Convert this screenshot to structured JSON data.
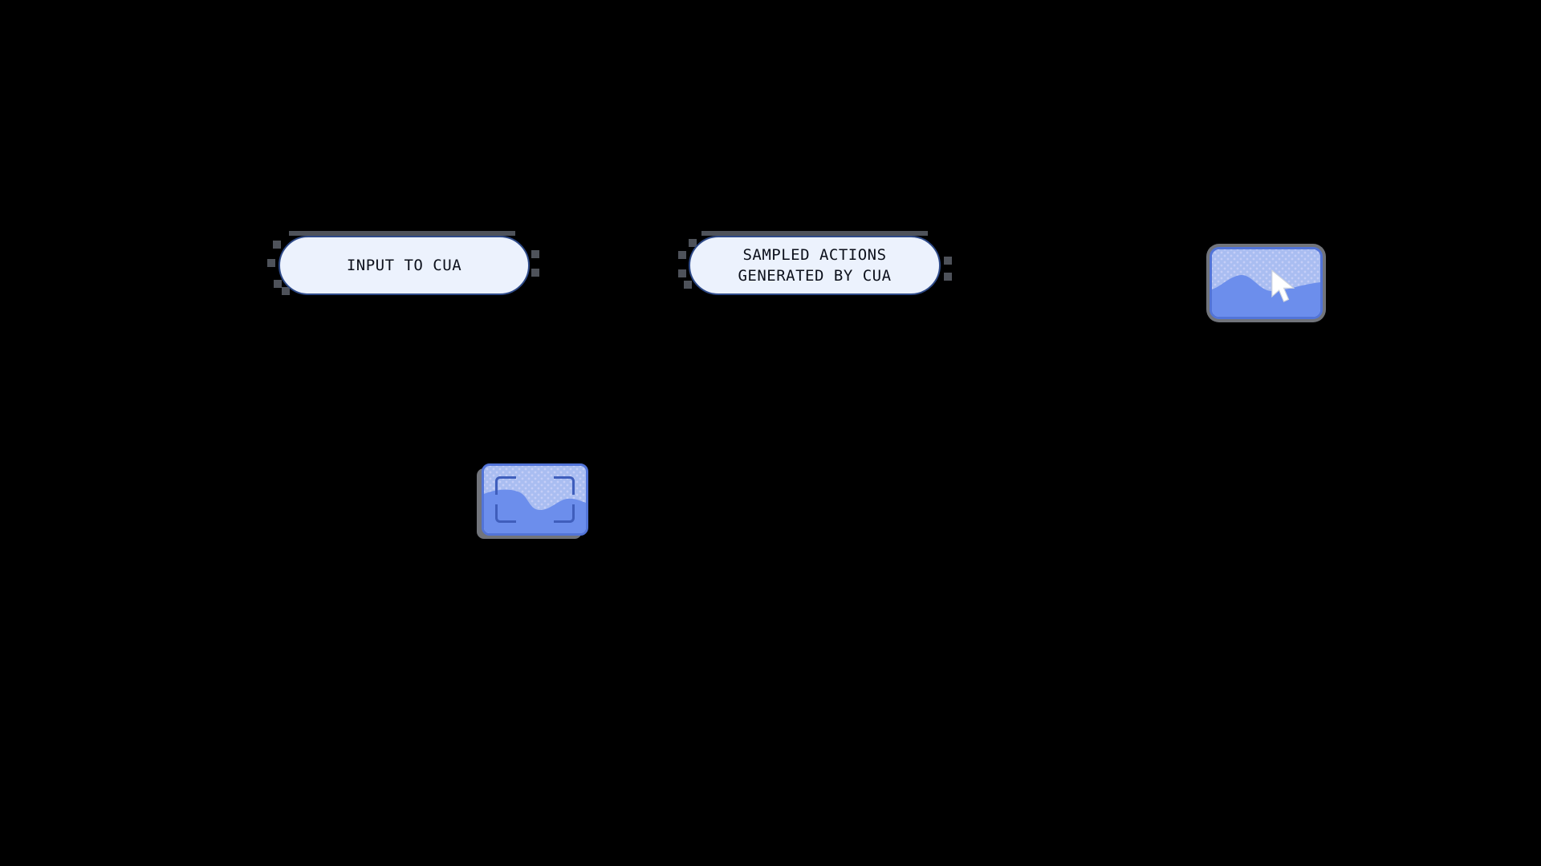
{
  "colors": {
    "canvas_bg": "#000000",
    "pill_fill": "#ecf2fd",
    "pill_border": "#2e4a88",
    "pill_text": "#0c101b",
    "icon_fill": "#a9bdf1",
    "icon_dot": "#c4cef7",
    "icon_wave": "#6c8eec",
    "icon_border": "#5274d8",
    "icon_bracket": "#3f5ebc",
    "pixel_gray": "#4e525a",
    "rim_gray": "#71747b",
    "cursor_fill": "#ffffff"
  },
  "nodes": {
    "input_pill": {
      "label": "INPUT TO CUA"
    },
    "actions_pill": {
      "line1": "SAMPLED ACTIONS",
      "line2": "GENERATED BY CUA"
    },
    "screenshot_with_cursor": {
      "icon": "image-thumbnail-with-cursor-icon"
    },
    "screenshot_with_viewfinder": {
      "icon": "image-thumbnail-with-viewfinder-icon"
    }
  }
}
